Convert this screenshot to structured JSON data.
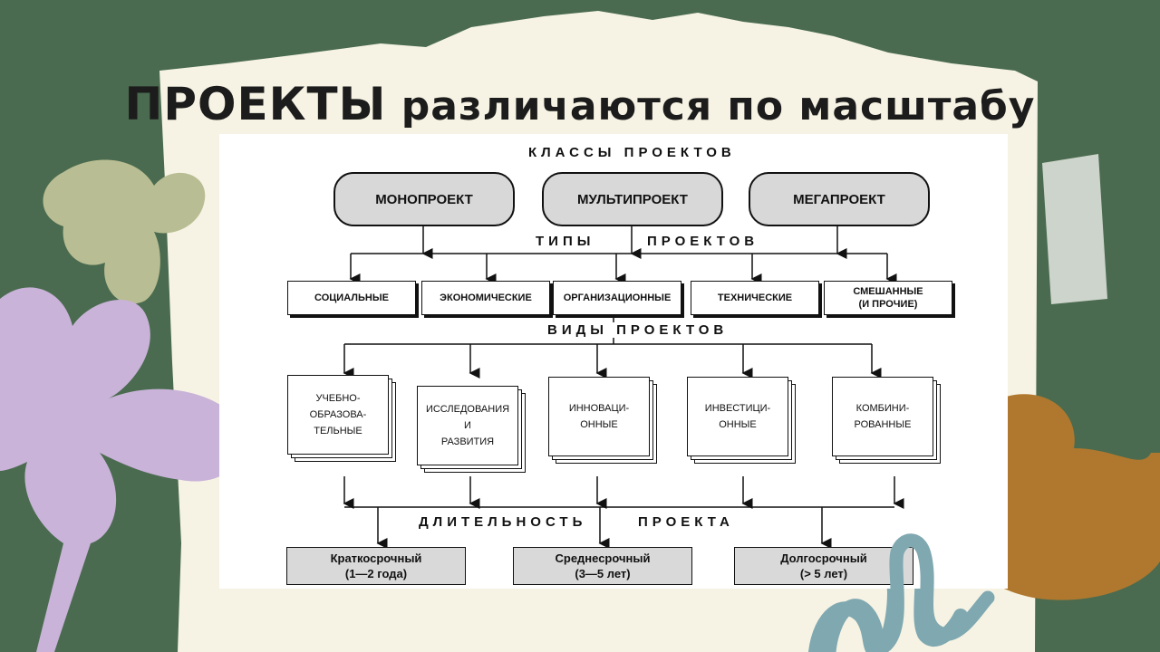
{
  "title": {
    "part1": "ПРОЕКТЫ",
    "part2": "различаются по масштабу"
  },
  "headers": {
    "classes": "КЛАССЫ ПРОЕКТОВ",
    "types_a": "ТИПЫ",
    "types_b": "ПРОЕКТОВ",
    "kinds": "ВИДЫ ПРОЕКТОВ",
    "duration_a": "ДЛИТЕЛЬНОСТЬ",
    "duration_b": "ПРОЕКТА"
  },
  "classes": [
    "МОНОПРОЕКТ",
    "МУЛЬТИПРОЕКТ",
    "МЕГАПРОЕКТ"
  ],
  "types": [
    {
      "line1": "СОЦИАЛЬНЫЕ",
      "line2": ""
    },
    {
      "line1": "ЭКОНОМИЧЕСКИЕ",
      "line2": ""
    },
    {
      "line1": "ОРГАНИЗАЦИОННЫЕ",
      "line2": ""
    },
    {
      "line1": "ТЕХНИЧЕСКИЕ",
      "line2": ""
    },
    {
      "line1": "СМЕШАННЫЕ",
      "line2": "(И ПРОЧИЕ)"
    }
  ],
  "kinds": [
    [
      "УЧЕБНО-",
      "ОБРАЗОВА-",
      "ТЕЛЬНЫЕ"
    ],
    [
      "ИССЛЕДОВАНИЯ",
      "И",
      "РАЗВИТИЯ"
    ],
    [
      "ИННОВАЦИ-",
      "ОННЫЕ",
      ""
    ],
    [
      "ИНВЕСТИЦИ-",
      "ОННЫЕ",
      ""
    ],
    [
      "КОМБИНИ-",
      "РОВАННЫЕ",
      ""
    ]
  ],
  "durations": [
    {
      "name": "Краткосрочный",
      "range": "(1—2 года)"
    },
    {
      "name": "Среднесрочный",
      "range": "(3—5 лет)"
    },
    {
      "name": "Долгосрочный",
      "range": "(> 5 лет)"
    }
  ],
  "colors": {
    "background": "#4a6b4f",
    "paper": "#f6f3e4",
    "leaf": "#b9bd93",
    "flower": "#c9b3d9",
    "duck": "#b0782e",
    "worm": "#7fa8b0"
  }
}
